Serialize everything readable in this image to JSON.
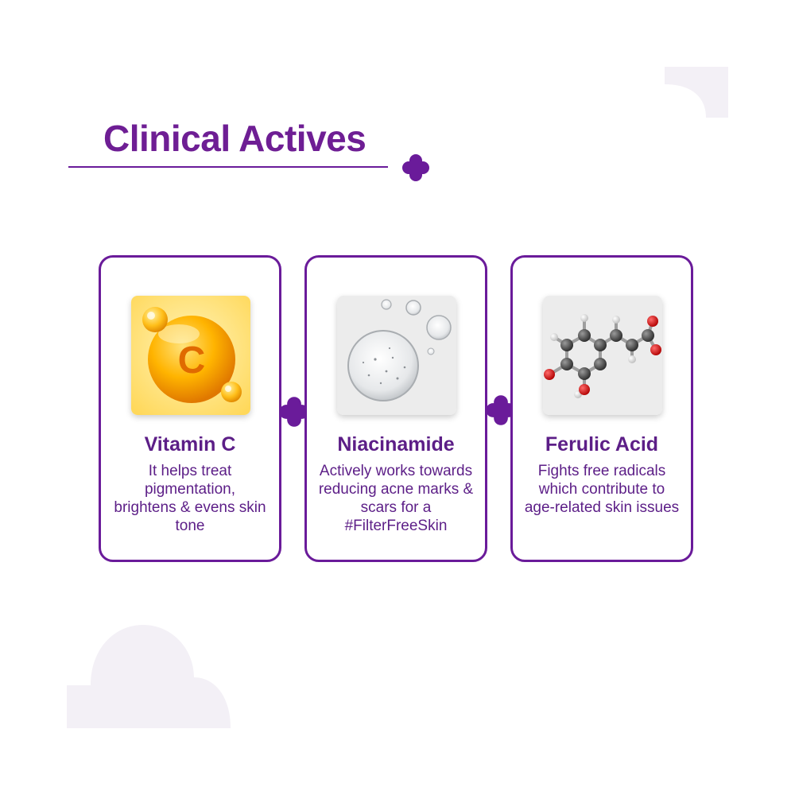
{
  "colors": {
    "brand_purple": "#6a1b9a",
    "title_purple": "#6e1e94",
    "text_purple": "#5c1e87",
    "decor_lilac": "#f3f0f6"
  },
  "header": {
    "title": "Clinical Actives"
  },
  "cards": [
    {
      "title": "Vitamin C",
      "description": "It helps treat pigmentation, brightens & evens skin tone",
      "image_icon": "vitamin-c-orb-icon"
    },
    {
      "title": "Niacinamide",
      "description": "Actively works towards reducing acne marks & scars for a #FilterFreeSkin",
      "image_icon": "serum-droplets-icon"
    },
    {
      "title": "Ferulic Acid",
      "description": "Fights free radicals which contribute to age-related skin issues",
      "image_icon": "molecule-structure-icon"
    }
  ],
  "vitamin_badge_letter": "C"
}
